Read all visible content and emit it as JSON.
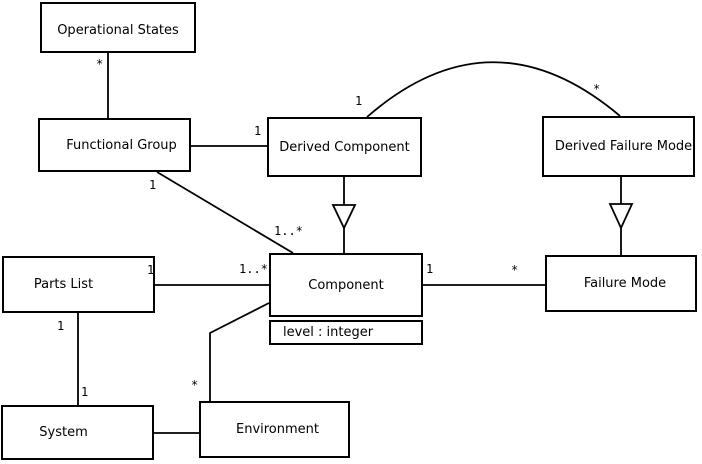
{
  "diagram": {
    "background_color": "#ffffff",
    "line_color": "#000000",
    "classes": {
      "operational_states": "Operational States",
      "functional_group": "Functional Group",
      "derived_component": "Derived Component",
      "derived_failure_mode": "Derived Failure Mode",
      "parts_list": "Parts List",
      "component": "Component",
      "component_attribute": "level : integer",
      "failure_mode": "Failure Mode",
      "system": "System",
      "environment": "Environment"
    },
    "multiplicities": {
      "operational_states_end": "*",
      "derived_component_end": "1",
      "functional_group_to_component_source": "1",
      "functional_group_to_component_target": "1..*",
      "arc_derived_component_end": "1",
      "arc_derived_failure_mode_end": "*",
      "parts_list_to_component_source": "1",
      "parts_list_to_component_target": "1..*",
      "parts_list_to_system_source": "1",
      "parts_list_to_system_target": "1",
      "environment_end": "*",
      "component_to_failure_mode_source": "1",
      "component_to_failure_mode_target": "*"
    }
  }
}
